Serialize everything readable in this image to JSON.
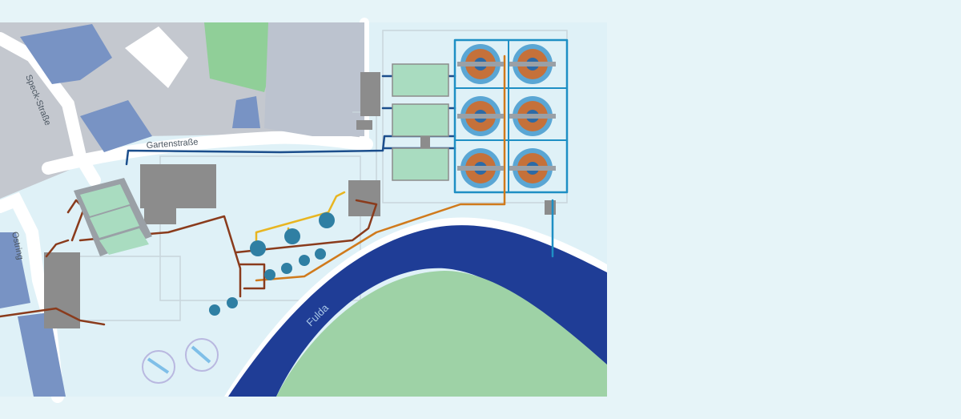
{
  "map": {
    "labels": {
      "speck_strasse": "Speck-Straße",
      "gartenstrasse": "Gartenstraße",
      "ostring": "Ostring",
      "fulda": "Fulda"
    },
    "colors": {
      "background": "#e6f4f8",
      "building_gray": "#c2c7cf",
      "building_blue": "#7893c4",
      "green_area": "#90cf98",
      "river": "#1f3d96",
      "river_bank": "#ffffff",
      "island": "#9ed2a6",
      "pipe_dark_blue": "#1b4e8c",
      "pipe_light_blue": "#1e8fc4",
      "pipe_brown": "#8a3b1c",
      "pipe_orange": "#d07a1c",
      "pipe_yellow": "#e8b521",
      "basin_green": "#a9dcc0",
      "plant_gray": "#8c8c8c"
    }
  }
}
